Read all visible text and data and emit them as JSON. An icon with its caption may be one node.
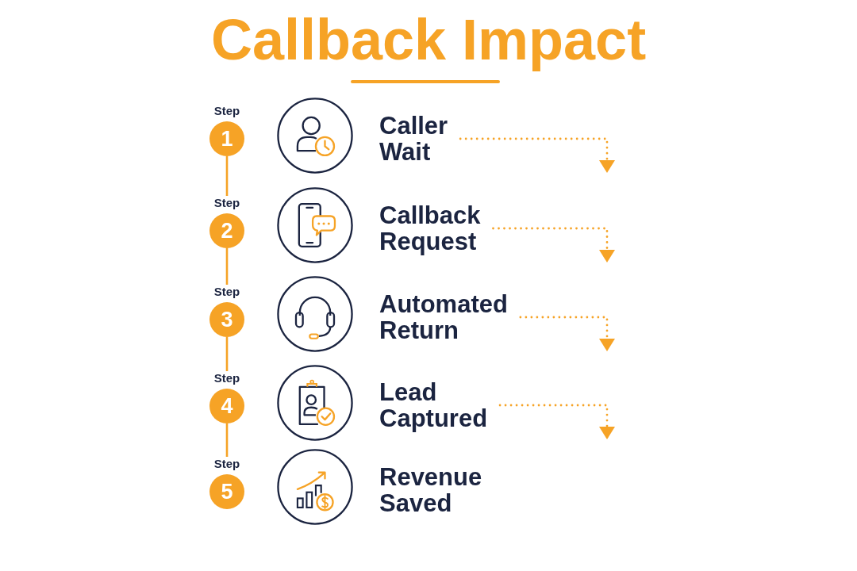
{
  "diagram": {
    "title": "Callback Impact",
    "nodes": [
      {
        "text": [
          "Step",
          "1"
        ]
      },
      {
        "text": [],
        "shape": "picture"
      },
      {
        "text": [
          "Caller Wait"
        ]
      },
      {
        "text": [
          "Step",
          "2"
        ]
      },
      {
        "text": [],
        "shape": "picture"
      },
      {
        "text": [
          "Callback Request"
        ]
      },
      {
        "text": [
          "Step",
          "3"
        ]
      },
      {
        "text": [],
        "shape": "picture"
      },
      {
        "text": [
          "Automated Return"
        ]
      },
      {
        "text": [
          "Step",
          "4"
        ]
      },
      {
        "text": [],
        "shape": "picture"
      },
      {
        "text": [
          "Lead Captured"
        ]
      },
      {
        "text": [
          "Step",
          "5"
        ]
      },
      {
        "text": [],
        "shape": "picture"
      },
      {
        "text": [
          "Revenue Saved"
        ]
      }
    ],
    "edges": [
      {
        "from": 0,
        "to": 3,
        "arrow": "none"
      },
      {
        "from": 3,
        "to": 6,
        "arrow": "none"
      },
      {
        "from": 6,
        "to": 9,
        "arrow": "none"
      },
      {
        "from": 9,
        "to": 12,
        "arrow": "none"
      },
      {
        "from": 2,
        "to": null,
        "arrow": "to",
        "style": "dashed"
      },
      {
        "from": 5,
        "to": null,
        "arrow": "to",
        "style": "dashed"
      },
      {
        "from": 8,
        "to": null,
        "arrow": "to",
        "style": "dashed"
      },
      {
        "from": 11,
        "to": null,
        "arrow": "to",
        "style": "dashed"
      }
    ]
  }
}
